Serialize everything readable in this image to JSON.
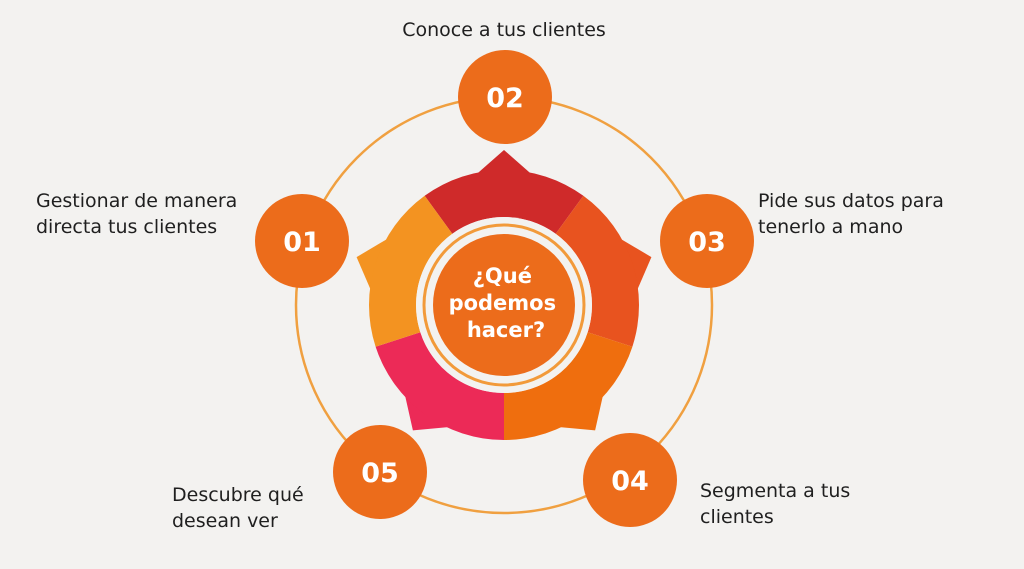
{
  "center": {
    "lines": [
      "¿Qué",
      "podemos",
      "hacer?"
    ]
  },
  "steps": [
    {
      "number": "01",
      "lines": [
        "Gestionar de manera",
        "directa tus clientes"
      ]
    },
    {
      "number": "02",
      "lines": [
        "Conoce a tus clientes"
      ]
    },
    {
      "number": "03",
      "lines": [
        "Pide sus datos para",
        "tenerlo a mano"
      ]
    },
    {
      "number": "04",
      "lines": [
        "Segmenta a tus",
        "clientes"
      ]
    },
    {
      "number": "05",
      "lines": [
        "Descubre qué",
        "desean ver"
      ]
    }
  ],
  "colors": {
    "background": "#f3f2f0",
    "node_orange": "#ec6c1b",
    "ring_line": "#f0a040",
    "segment_02": "#cf2a2a",
    "segment_03": "#e8531f",
    "segment_04": "#ef6e0e",
    "segment_05": "#ec2a57",
    "segment_01": "#f39321",
    "center_fill": "#ec6c1b",
    "center_ring": "#f29a3a",
    "text": "#1f1f1f"
  }
}
